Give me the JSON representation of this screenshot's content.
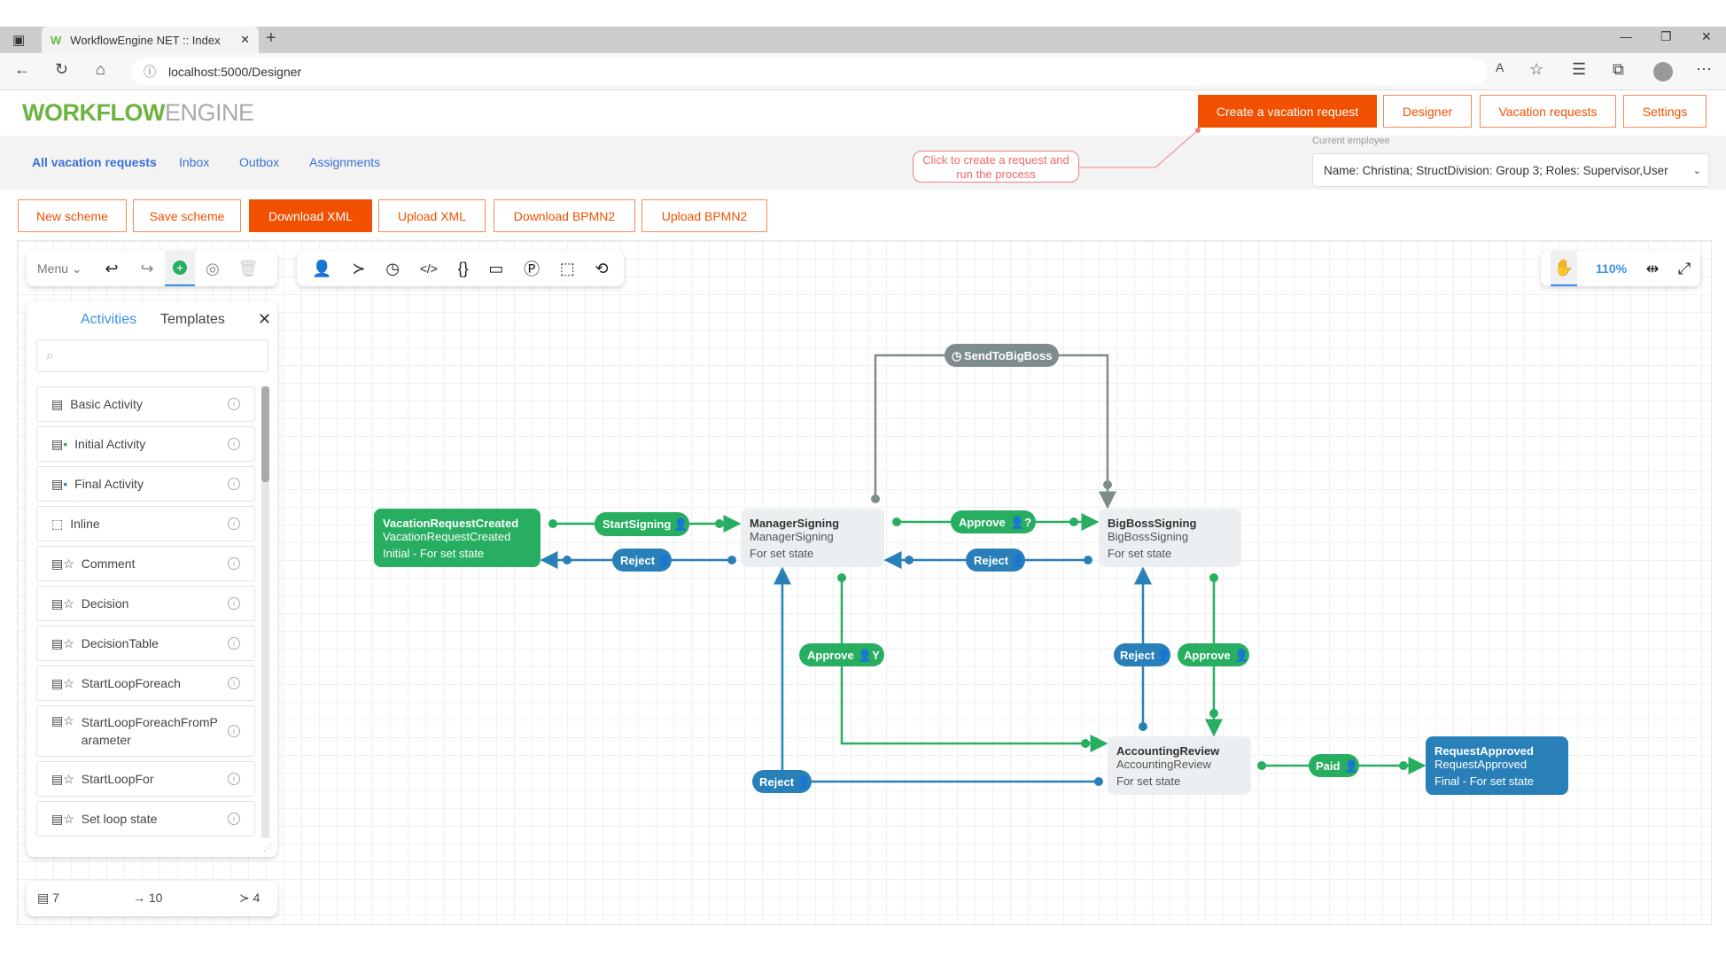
{
  "browser": {
    "tab_title": "WorkflowEngine NET :: Index",
    "url": "localhost:5000/Designer"
  },
  "header": {
    "logo_bold": "WORKFLOW",
    "logo_light": "ENGINE",
    "buttons": [
      "Create a vacation request",
      "Designer",
      "Vacation requests",
      "Settings"
    ]
  },
  "nav": {
    "links": [
      "All vacation requests",
      "Inbox",
      "Outbox",
      "Assignments"
    ],
    "callout": "Click to create a request and run the process",
    "employee_label": "Current employee",
    "employee_value": "Name: Christina; StructDivision: Group 3; Roles: Supervisor,User"
  },
  "scheme_buttons": [
    "New scheme",
    "Save scheme",
    "Download XML",
    "Upload XML",
    "Download BPMN2",
    "Upload BPMN2"
  ],
  "toolbar": {
    "menu": "Menu",
    "zoom": "110%"
  },
  "panel": {
    "tabs": [
      "Activities",
      "Templates"
    ],
    "search_placeholder": "",
    "items": [
      "Basic Activity",
      "Initial Activity",
      "Final Activity",
      "Inline",
      "Comment",
      "Decision",
      "DecisionTable",
      "StartLoopForeach",
      "StartLoopForeachFromParameter",
      "StartLoopFor",
      "Set loop state"
    ]
  },
  "counters": {
    "activities": "7",
    "transitions": "10",
    "commands": "4"
  },
  "colors": {
    "accent": "#f05000",
    "initial": "#27ae60",
    "final": "#2980b9",
    "node": "#eceff1",
    "timer": "#7f8c8d"
  },
  "diagram": {
    "nodes": [
      {
        "name": "VacationRequestCreated",
        "state": "VacationRequestCreated",
        "type": "Initial - For set state"
      },
      {
        "name": "ManagerSigning",
        "state": "ManagerSigning",
        "type": "For set state"
      },
      {
        "name": "BigBossSigning",
        "state": "BigBossSigning",
        "type": "For set state"
      },
      {
        "name": "AccountingReview",
        "state": "AccountingReview",
        "type": "For set state"
      },
      {
        "name": "RequestApproved",
        "state": "RequestApproved",
        "type": "Final - For set state"
      }
    ],
    "transitions": [
      "StartSigning",
      "Reject",
      "Approve",
      "Reject",
      "SendToBigBoss",
      "Approve",
      "Reject",
      "Reject",
      "Approve",
      "Paid"
    ]
  }
}
